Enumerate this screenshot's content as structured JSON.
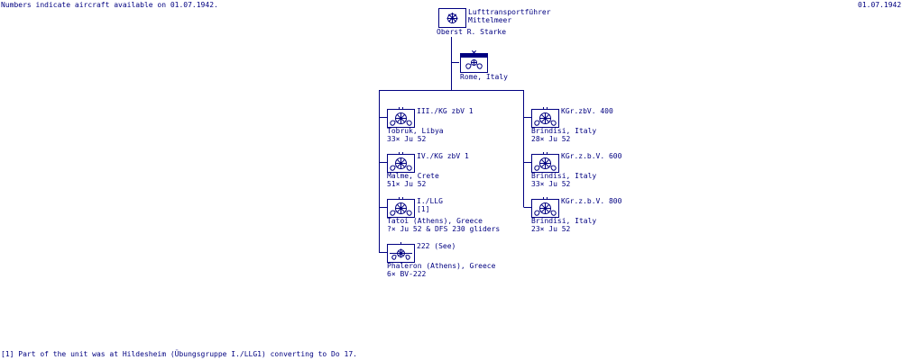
{
  "header": {
    "note": "Numbers indicate aircraft available on 01.07.1942.",
    "date": "01.07.1942"
  },
  "command": {
    "title_1": "Lufttransportführer",
    "title_2": "Mittelmeer",
    "commander": "Oberst  R. Starke",
    "hq_location": "Rome, Italy"
  },
  "units": [
    {
      "name_1": "III./KG zbV 1",
      "name_2": "",
      "location": "Tobruk, Libya",
      "aircraft": "33×  Ju 52",
      "icon": "transport-wing-icon"
    },
    {
      "name_1": "IV./KG zbV 1",
      "name_2": "",
      "location": "Malme, Crete",
      "aircraft": "51×  Ju 52",
      "icon": "transport-wing-icon"
    },
    {
      "name_1": "I./LLG",
      "name_2": "[1]",
      "location": "Tatoi (Athens), Greece",
      "aircraft": "?×  Ju 52 & DFS 230 gliders",
      "icon": "transport-wing-icon"
    },
    {
      "name_1": "222 (See)",
      "name_2": "",
      "location": "Phaleron (Athens), Greece",
      "aircraft": "6×  BV-222",
      "icon": "seaplane-unit-icon"
    },
    {
      "name_1": "KGr.zbV. 400",
      "name_2": "",
      "location": "Brindisi, Italy",
      "aircraft": "28×  Ju 52",
      "icon": "transport-wing-icon"
    },
    {
      "name_1": "KGr.z.b.V. 600",
      "name_2": "",
      "location": "Brindisi, Italy",
      "aircraft": "33×  Ju 52",
      "icon": "transport-wing-icon"
    },
    {
      "name_1": "KGr.z.b.V. 800",
      "name_2": "",
      "location": "Brindisi, Italy",
      "aircraft": "23×  Ju 52",
      "icon": "transport-wing-icon"
    }
  ],
  "footnote": "[1] Part of the unit was at Hildesheim (Übungsgruppe I./LLG1) converting to Do 17.",
  "colors": {
    "line": "#000080",
    "text": "#000080",
    "hq_bar": "#000080",
    "background": "#ffffff"
  }
}
